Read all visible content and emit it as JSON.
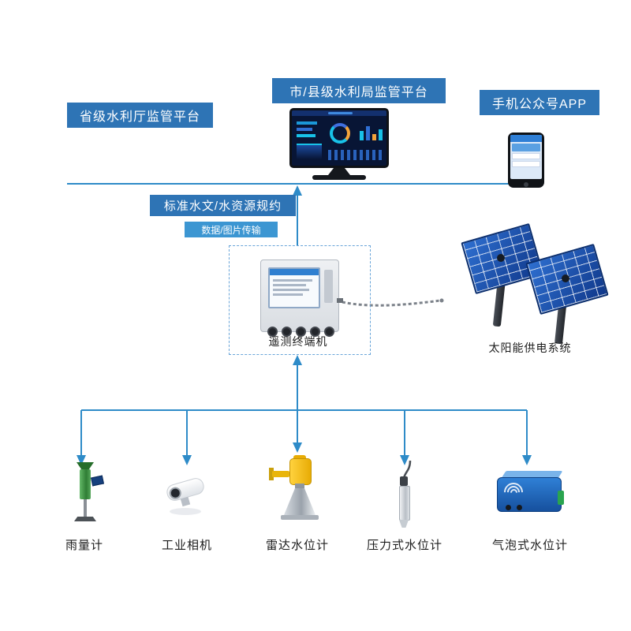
{
  "diagram": {
    "platforms": {
      "provincial": {
        "label": "省级水利厅监管平台"
      },
      "city": {
        "label": "市/县级水利局监管平台"
      },
      "app": {
        "label": "手机公众号APP"
      }
    },
    "links": {
      "protocol": {
        "label": "标准水文/水资源规约"
      },
      "transmission": {
        "label": "数据/图片传输"
      }
    },
    "rtu": {
      "label": "遥测终端机"
    },
    "solar": {
      "label": "太阳能供电系统"
    },
    "sensors": [
      {
        "label": "雨量计",
        "icon": "rain-gauge-icon"
      },
      {
        "label": "工业相机",
        "icon": "industrial-camera-icon"
      },
      {
        "label": "雷达水位计",
        "icon": "radar-level-gauge-icon"
      },
      {
        "label": "压力式水位计",
        "icon": "pressure-level-gauge-icon"
      },
      {
        "label": "气泡式水位计",
        "icon": "bubble-level-gauge-icon"
      }
    ],
    "colors": {
      "node_blue": "#2e74b5",
      "sub_node_blue": "#3c96d2",
      "line_blue": "#2e8bc8",
      "solar_panel_blue": "#2e6fd0"
    }
  }
}
